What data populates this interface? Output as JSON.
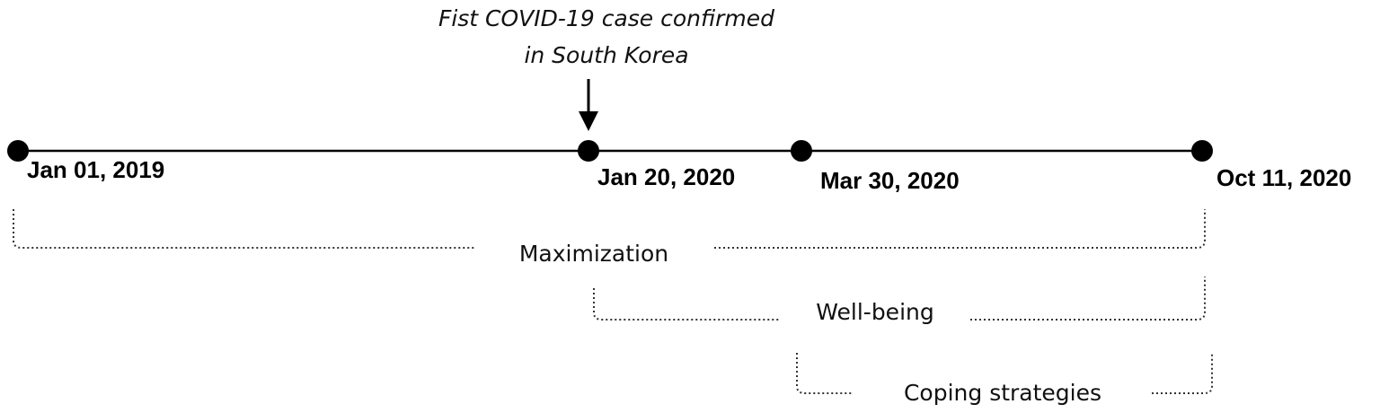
{
  "timeline": {
    "milestones": [
      {
        "label": "Jan 01, 2019"
      },
      {
        "label": "Jan 20, 2020"
      },
      {
        "label": "Mar 30, 2020"
      },
      {
        "label": "Oct 11, 2020"
      }
    ],
    "annotation": {
      "line1": "Fist COVID-19 case confirmed",
      "line2": "in South Korea"
    },
    "periods": [
      {
        "label": "Maximization",
        "from": "Jan 01, 2019",
        "to": "Oct 11, 2020"
      },
      {
        "label": "Well-being",
        "from": "Jan 20, 2020",
        "to": "Oct 11, 2020"
      },
      {
        "label": "Coping strategies",
        "from": "Mar 30, 2020",
        "to": "Oct 11, 2020"
      }
    ]
  },
  "colors": {
    "line": "#000000",
    "bracket": "#333333",
    "text": "#111111"
  }
}
